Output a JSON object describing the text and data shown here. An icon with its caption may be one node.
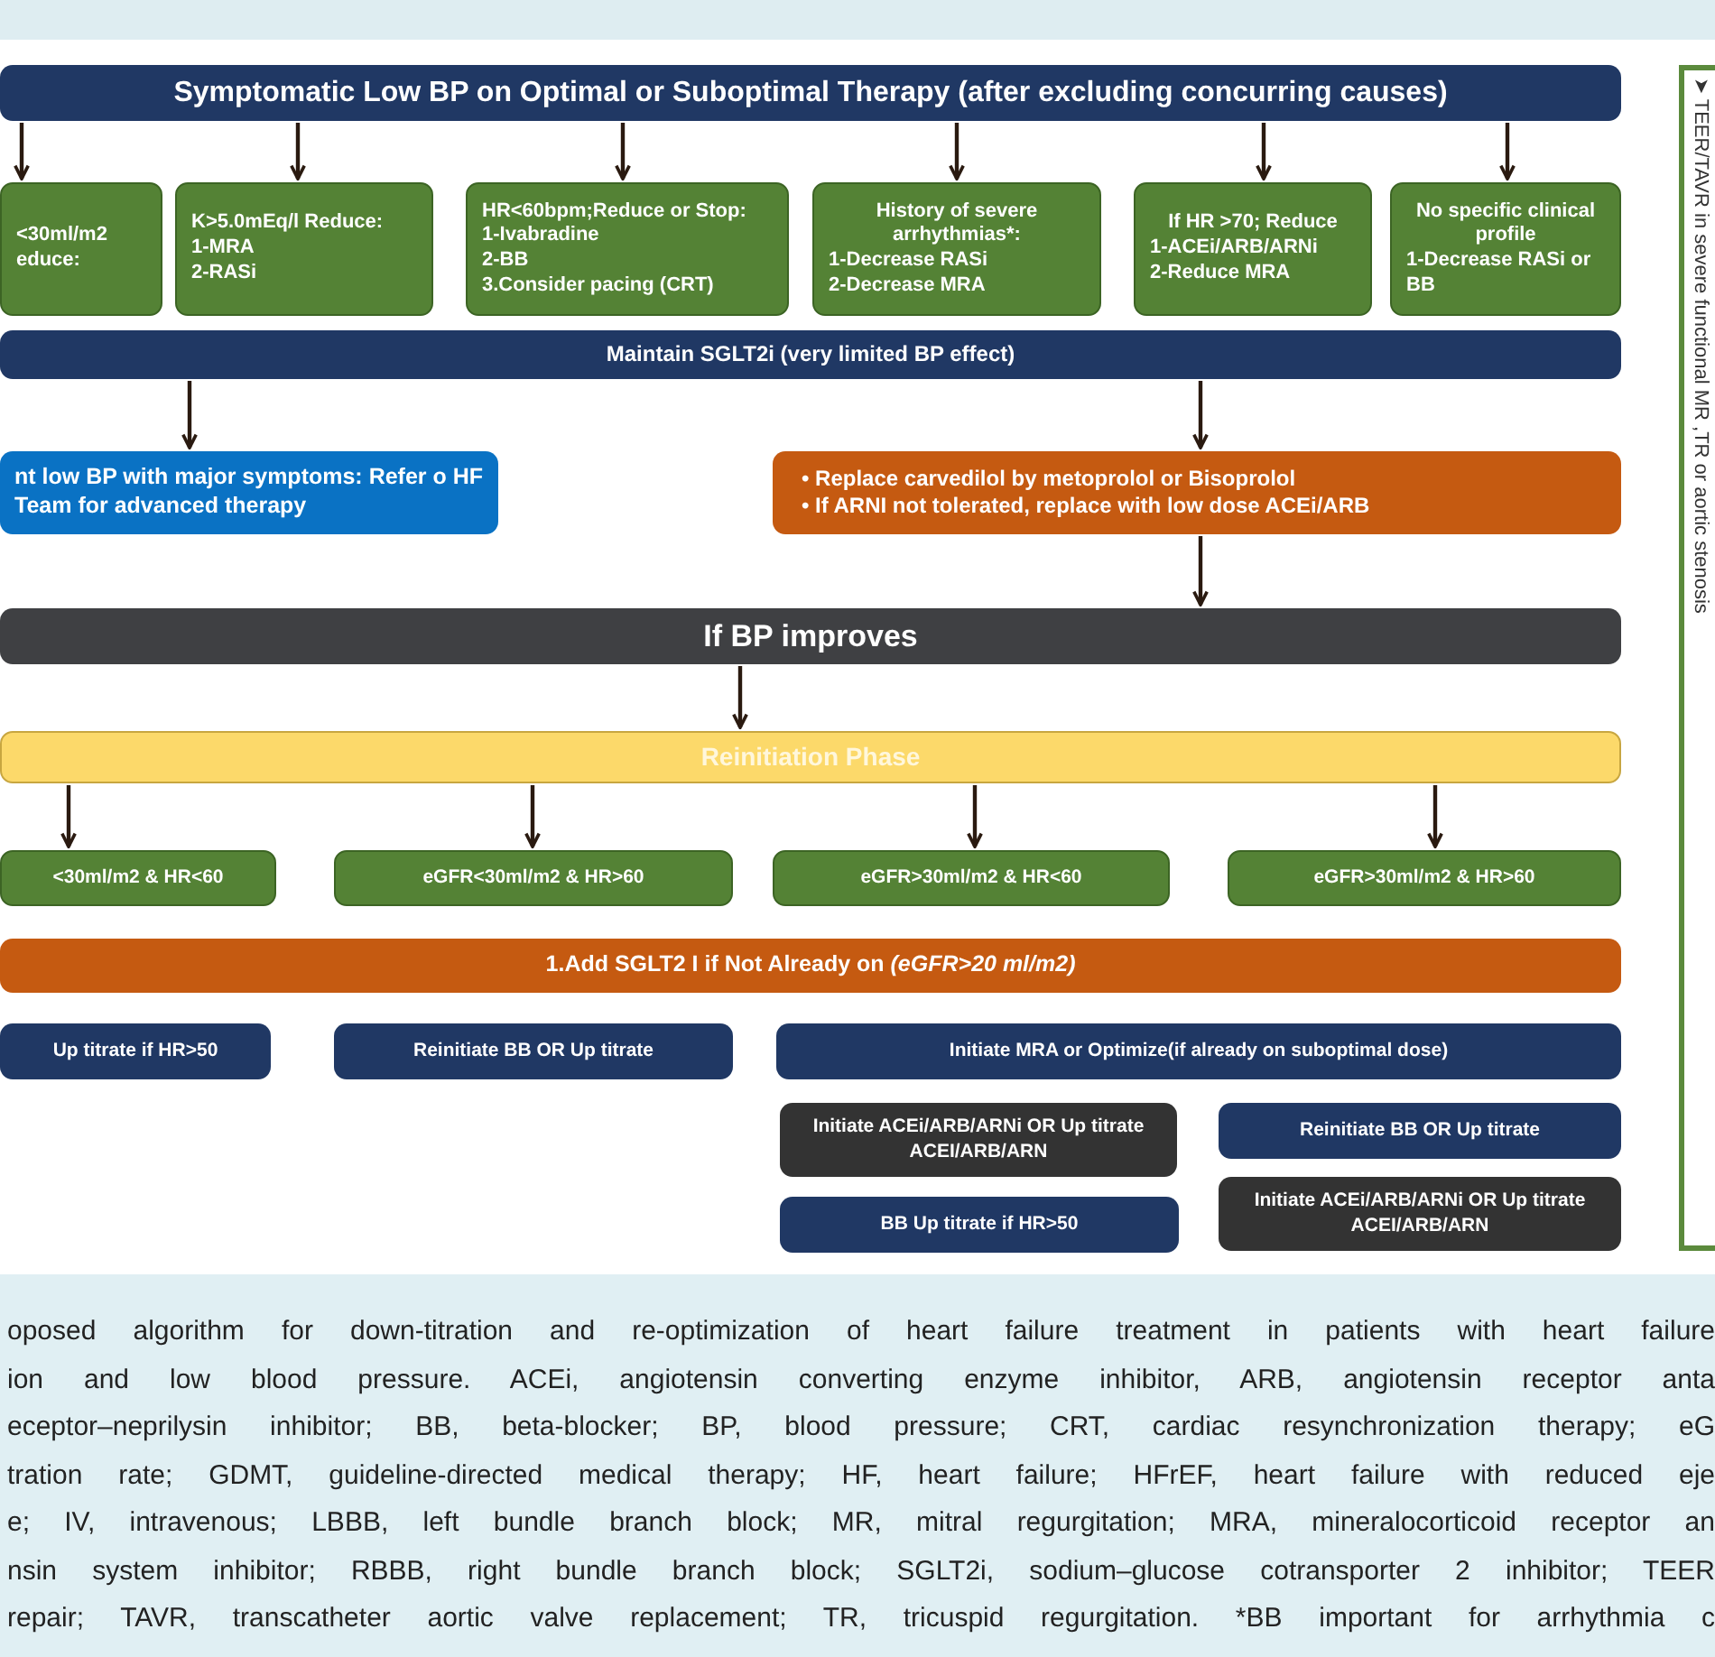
{
  "diagram": {
    "nodes": [
      {
        "text": [
          "Symptomatic Low BP on Optimal or Suboptimal Therapy (after excluding concurring causes)"
        ]
      },
      {
        "text": [
          "<30ml/m2",
          "educe:"
        ]
      },
      {
        "text": [
          "K>5.0mEq/l Reduce:",
          "1-MRA",
          "2-RASi"
        ]
      },
      {
        "text": [
          "HR<60bpm;Reduce or Stop:",
          "1-Ivabradine",
          "2-BB",
          "3.Consider pacing (CRT)"
        ]
      },
      {
        "text": [
          "History of severe arrhythmias*:",
          "1-Decrease RASi",
          "2-Decrease MRA"
        ]
      },
      {
        "text": [
          "If HR >70; Reduce",
          "1-ACEi/ARB/ARNi",
          "2-Reduce MRA"
        ]
      },
      {
        "text": [
          "No specific clinical profile",
          "1-Decrease RASi or BB"
        ]
      },
      {
        "text": [
          "Maintain SGLT2i (very limited BP effect)"
        ]
      },
      {
        "text": [
          "nt low BP with major symptoms: Refer o HF Team for advanced therapy"
        ]
      },
      {
        "text": [
          "• Replace carvedilol by metoprolol or Bisoprolol",
          "• If ARNI not tolerated, replace with low dose ACEi/ARB"
        ]
      },
      {
        "text": [
          "If BP improves"
        ]
      },
      {
        "text": [
          "Reinitiation Phase"
        ]
      },
      {
        "text": [
          "<30ml/m2 & HR<60"
        ]
      },
      {
        "text": [
          "eGFR<30ml/m2 & HR>60"
        ]
      },
      {
        "text": [
          "eGFR>30ml/m2 & HR<60"
        ]
      },
      {
        "text": [
          "eGFR>30ml/m2 & HR>60"
        ]
      },
      {
        "text": [
          "1.Add SGLT2 I if Not Already on *(eGFR>20 ml/m2)*"
        ]
      },
      {
        "text": [
          "Up titrate if HR>50"
        ]
      },
      {
        "text": [
          "Reinitiate BB OR Up titrate"
        ]
      },
      {
        "text": [
          "Initiate MRA or Optimize(if already on suboptimal dose)"
        ]
      },
      {
        "text": [
          "Initiate ACEi/ARB/ARNi OR Up titrate ACEI/ARB/ARN"
        ]
      },
      {
        "text": [
          "Reinitiate BB OR Up titrate"
        ]
      },
      {
        "text": [
          "BB Up titrate if HR>50"
        ]
      },
      {
        "text": [
          "Initiate ACEi/ARB/ARNi OR Up titrate ACEI/ARB/ARN"
        ]
      },
      {
        "text": [
          "➤ TEER/TAVR in severe functional MR ,TR or aortic stenosis"
        ]
      }
    ],
    "edges": [
      {
        "from": 0,
        "to": 1,
        "arrow": "to"
      },
      {
        "from": 0,
        "to": 2,
        "arrow": "to"
      },
      {
        "from": 0,
        "to": 3,
        "arrow": "to"
      },
      {
        "from": 0,
        "to": 4,
        "arrow": "to"
      },
      {
        "from": 0,
        "to": 5,
        "arrow": "to"
      },
      {
        "from": 0,
        "to": 6,
        "arrow": "to"
      },
      {
        "from": 7,
        "to": 8,
        "arrow": "to"
      },
      {
        "from": 7,
        "to": 9,
        "arrow": "to"
      },
      {
        "from": 9,
        "to": 10,
        "arrow": "to"
      },
      {
        "from": 10,
        "to": 11,
        "arrow": "to"
      },
      {
        "from": 11,
        "to": 12,
        "arrow": "to"
      },
      {
        "from": 11,
        "to": 13,
        "arrow": "to"
      },
      {
        "from": 11,
        "to": 14,
        "arrow": "to"
      },
      {
        "from": 11,
        "to": 15,
        "arrow": "to"
      }
    ],
    "labels": [
      "oposed algorithm for down-titration and re-optimization of heart failure treatment in patients with heart failure",
      "ion and low blood pressure. ACEi, angiotensin converting enzyme inhibitor, ARB, angiotensin receptor anta",
      "eceptor–neprilysin inhibitor; BB, beta-blocker; BP, blood pressure; CRT, cardiac resynchronization therapy; eG",
      "tration rate; GDMT, guideline-directed medical therapy; HF, heart failure; HFrEF, heart failure with reduced eje",
      "e; IV, intravenous; LBBB, left bundle branch block; MR, mitral regurgitation; MRA, mineralocorticoid receptor an",
      "nsin system inhibitor; RBBB, right bundle branch block; SGLT2i, sodium–glucose cotransporter 2 inhibitor; TEER",
      "repair; TAVR, transcatheter aortic valve replacement; TR, tricuspid regurgitation. *BB important for arrhythmia c"
    ]
  }
}
